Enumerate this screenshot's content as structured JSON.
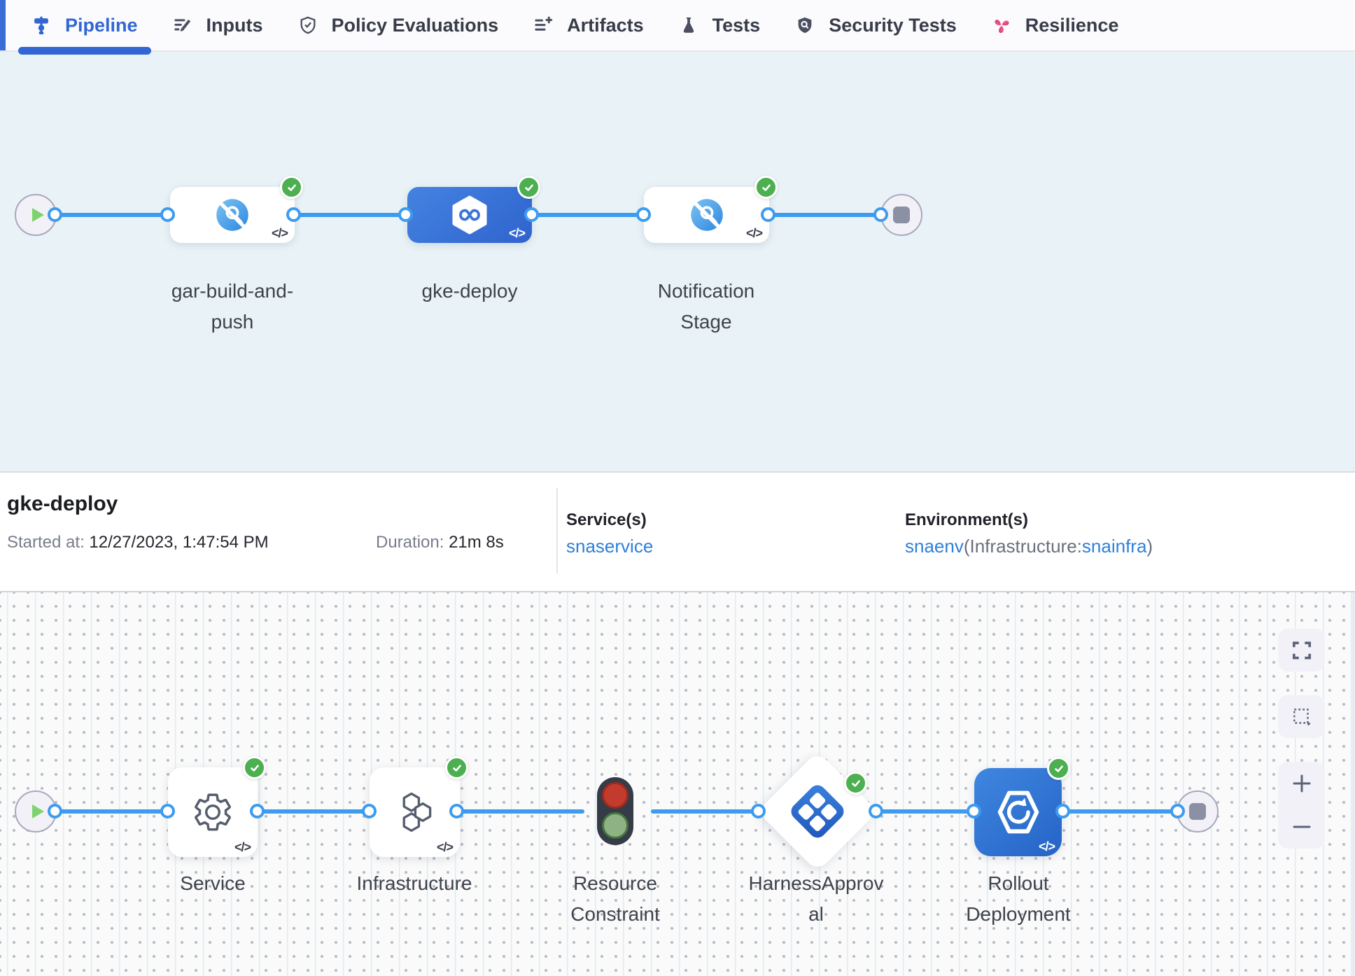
{
  "tab_bar": {
    "tabs": [
      {
        "label": "Pipeline"
      },
      {
        "label": "Inputs"
      },
      {
        "label": "Policy Evaluations"
      },
      {
        "label": "Artifacts"
      },
      {
        "label": "Tests"
      },
      {
        "label": "Security Tests"
      },
      {
        "label": "Resilience"
      }
    ]
  },
  "glyphs": {
    "code": "</>"
  },
  "stage_graph": {
    "stages": [
      {
        "label_line1": "gar-build-and-",
        "label_line2": "push"
      },
      {
        "label_line1": "gke-deploy",
        "label_line2": ""
      },
      {
        "label_line1": "Notification",
        "label_line2": "Stage"
      }
    ]
  },
  "details": {
    "title": "gke-deploy",
    "started_label": "Started at:",
    "started_value": "12/27/2023, 1:47:54 PM",
    "duration_label": "Duration:",
    "duration_value": "21m 8s",
    "services_label": "Service(s)",
    "service_link": "snaservice",
    "environments_label": "Environment(s)",
    "environment_link": "snaenv",
    "environment_infra_prefix": "(Infrastructure:",
    "environment_infra_link": "snainfra",
    "environment_suffix": ")"
  },
  "execution_graph": {
    "steps": [
      {
        "label_line1": "Service",
        "label_line2": ""
      },
      {
        "label_line1": "Infrastructure",
        "label_line2": ""
      },
      {
        "label_line1": "Resource",
        "label_line2": "Constraint"
      },
      {
        "label_line1": "HarnessApprov",
        "label_line2": "al"
      },
      {
        "label_line1": "Rollout",
        "label_line2": "Deployment"
      }
    ]
  },
  "colors": {
    "accent_blue": "#3166d4",
    "edge_blue": "#3d9bf0",
    "success_green": "#4caf50",
    "selected_stage_blue": "#3b76d8",
    "link_blue": "#2f80d9",
    "resilience_pink": "#e0447c"
  }
}
